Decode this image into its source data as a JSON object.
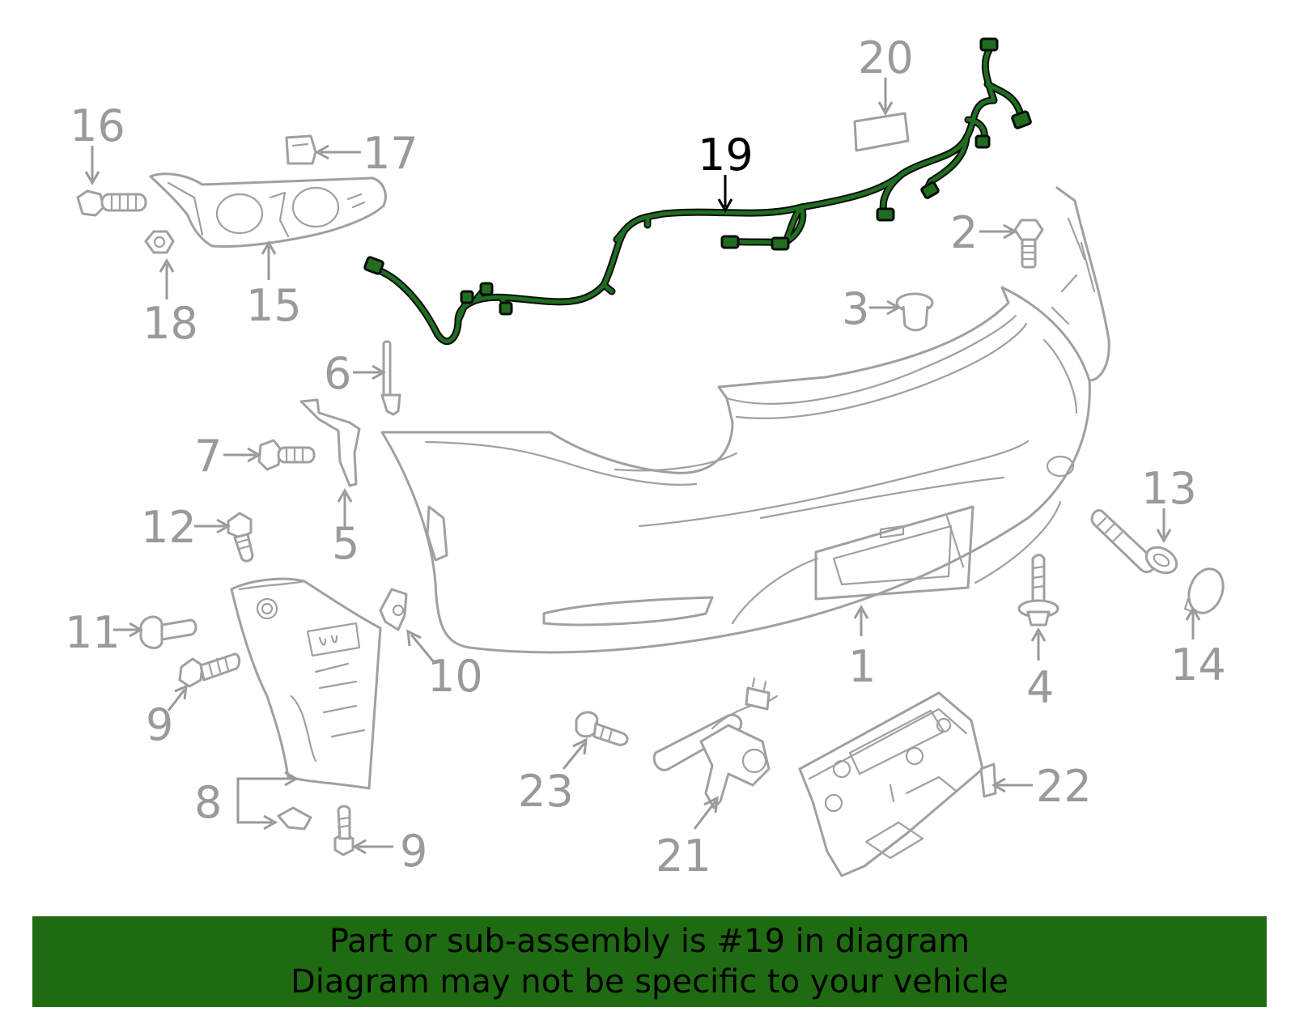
{
  "callouts": [
    {
      "id": "c1",
      "label": "1"
    },
    {
      "id": "c2",
      "label": "2"
    },
    {
      "id": "c3",
      "label": "3"
    },
    {
      "id": "c4",
      "label": "4"
    },
    {
      "id": "c5",
      "label": "5"
    },
    {
      "id": "c6",
      "label": "6"
    },
    {
      "id": "c7",
      "label": "7"
    },
    {
      "id": "c8",
      "label": "8"
    },
    {
      "id": "c9a",
      "label": "9"
    },
    {
      "id": "c9b",
      "label": "9"
    },
    {
      "id": "c10",
      "label": "10"
    },
    {
      "id": "c11",
      "label": "11"
    },
    {
      "id": "c12",
      "label": "12"
    },
    {
      "id": "c13",
      "label": "13"
    },
    {
      "id": "c14",
      "label": "14"
    },
    {
      "id": "c15",
      "label": "15"
    },
    {
      "id": "c16",
      "label": "16"
    },
    {
      "id": "c17",
      "label": "17"
    },
    {
      "id": "c18",
      "label": "18"
    },
    {
      "id": "c19",
      "label": "19",
      "highlighted": true
    },
    {
      "id": "c20",
      "label": "20"
    },
    {
      "id": "c21",
      "label": "21"
    },
    {
      "id": "c22",
      "label": "22"
    },
    {
      "id": "c23",
      "label": "23"
    }
  ],
  "banner": {
    "line1": "Part or sub-assembly is #19 in diagram",
    "line2": "Diagram may not be specific to your vehicle"
  },
  "colors": {
    "highlight": "#1f6e1f",
    "banner_bg": "#1f6b12",
    "line": "#a0a0a0"
  }
}
